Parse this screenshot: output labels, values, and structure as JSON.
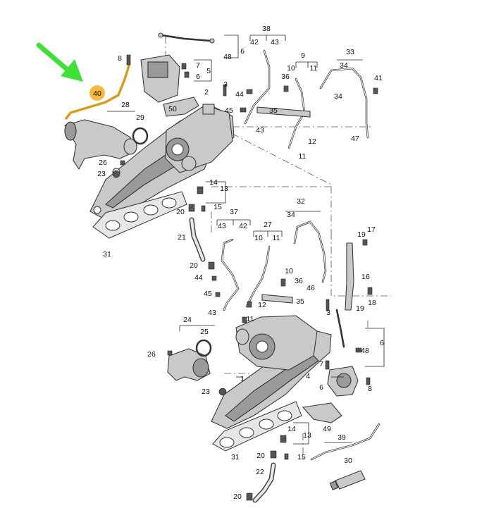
{
  "highlight": {
    "label": "40",
    "color": "#f5b942",
    "arrow_color": "#3fe03a"
  },
  "callouts": {
    "n38": "38",
    "n42a": "42",
    "n43a": "43",
    "n9": "9",
    "n10a": "10",
    "n11a": "11",
    "n33": "33",
    "n34a": "34",
    "n34b": "34",
    "n8a": "8",
    "n48a": "48",
    "n6a": "6",
    "n7a": "7",
    "n6b": "6",
    "n5": "5",
    "n36a": "36",
    "n41": "41",
    "n3a": "3",
    "n44a": "44",
    "n2": "2",
    "n50": "50",
    "n45a": "45",
    "n35a": "35",
    "n43b": "43",
    "n12a": "12",
    "n11b": "11",
    "n47": "47",
    "n28": "28",
    "n29": "29",
    "n26a": "26",
    "n23a": "23",
    "n14a": "14",
    "n13a": "13",
    "n20a": "20",
    "n15a": "15",
    "n21": "21",
    "n31a": "31",
    "n32": "32",
    "n34c": "34",
    "n37": "37",
    "n43c": "43",
    "n42b": "42",
    "n27": "27",
    "n10b": "10",
    "n11c": "11",
    "n19a": "19",
    "n17": "17",
    "n20b": "20",
    "n44b": "44",
    "n10c": "10",
    "n36b": "36",
    "n46": "46",
    "n16": "16",
    "n45b": "45",
    "n12b": "12",
    "n43d": "43",
    "n11d": "11",
    "n35b": "35",
    "n19b": "19",
    "n18": "18",
    "n3b": "3",
    "n24": "24",
    "n25": "25",
    "n26b": "26",
    "n48b": "48",
    "n6c": "6",
    "n7b": "7",
    "n4": "4",
    "n6d": "6",
    "n8b": "8",
    "n1": "1",
    "n23b": "23",
    "n49": "49",
    "n14b": "14",
    "n13b": "13",
    "n20c": "20",
    "n15b": "15",
    "n31b": "31",
    "n39": "39",
    "n22": "22",
    "n30": "30",
    "n20d": "20"
  }
}
